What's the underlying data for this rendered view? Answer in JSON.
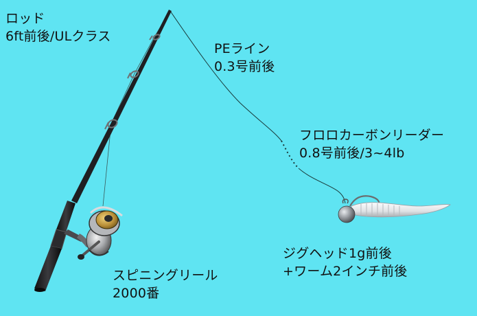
{
  "colors": {
    "background": "#5fe4f2",
    "rod_blank": "#1f1f22",
    "line": "#1a3a3a",
    "reel_spool": "#c8a24c",
    "lure_body": "#e6e8ea",
    "jighead": "#8a8d91"
  },
  "labels": {
    "rod": {
      "line1": "ロッド",
      "line2": "6ft前後/ULクラス"
    },
    "pe_line": {
      "line1": "PEライン",
      "line2": "0.3号前後"
    },
    "leader": {
      "line1": "フロロカーボンリーダー",
      "line2": "0.8号前後/3~4lb"
    },
    "reel": {
      "line1": "スピニングリール",
      "line2": "2000番"
    },
    "lure": {
      "line1": "ジグヘッド1g前後",
      "line2": "+ワーム2インチ前後"
    }
  }
}
